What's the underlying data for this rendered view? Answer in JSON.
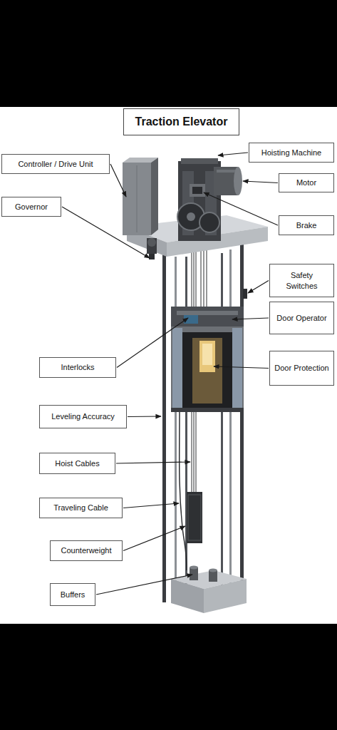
{
  "diagram": {
    "title": "Traction Elevator",
    "nodes": [
      {
        "text": [
          "Hoisting Machine"
        ]
      },
      {
        "text": [
          "Controller / Drive Unit"
        ]
      },
      {
        "text": [
          "Motor"
        ]
      },
      {
        "text": [
          "Governor"
        ]
      },
      {
        "text": [
          "Brake"
        ]
      },
      {
        "text": [
          "Safety Switches"
        ]
      },
      {
        "text": [
          "Door Operator"
        ]
      },
      {
        "text": [
          "Interlocks"
        ]
      },
      {
        "text": [
          "Door Protection"
        ]
      },
      {
        "text": [
          "Leveling Accuracy"
        ]
      },
      {
        "text": [
          "Hoist Cables"
        ]
      },
      {
        "text": [
          "Traveling Cable"
        ]
      },
      {
        "text": [
          "Counterweight"
        ]
      },
      {
        "text": [
          "Buffers"
        ]
      }
    ]
  }
}
